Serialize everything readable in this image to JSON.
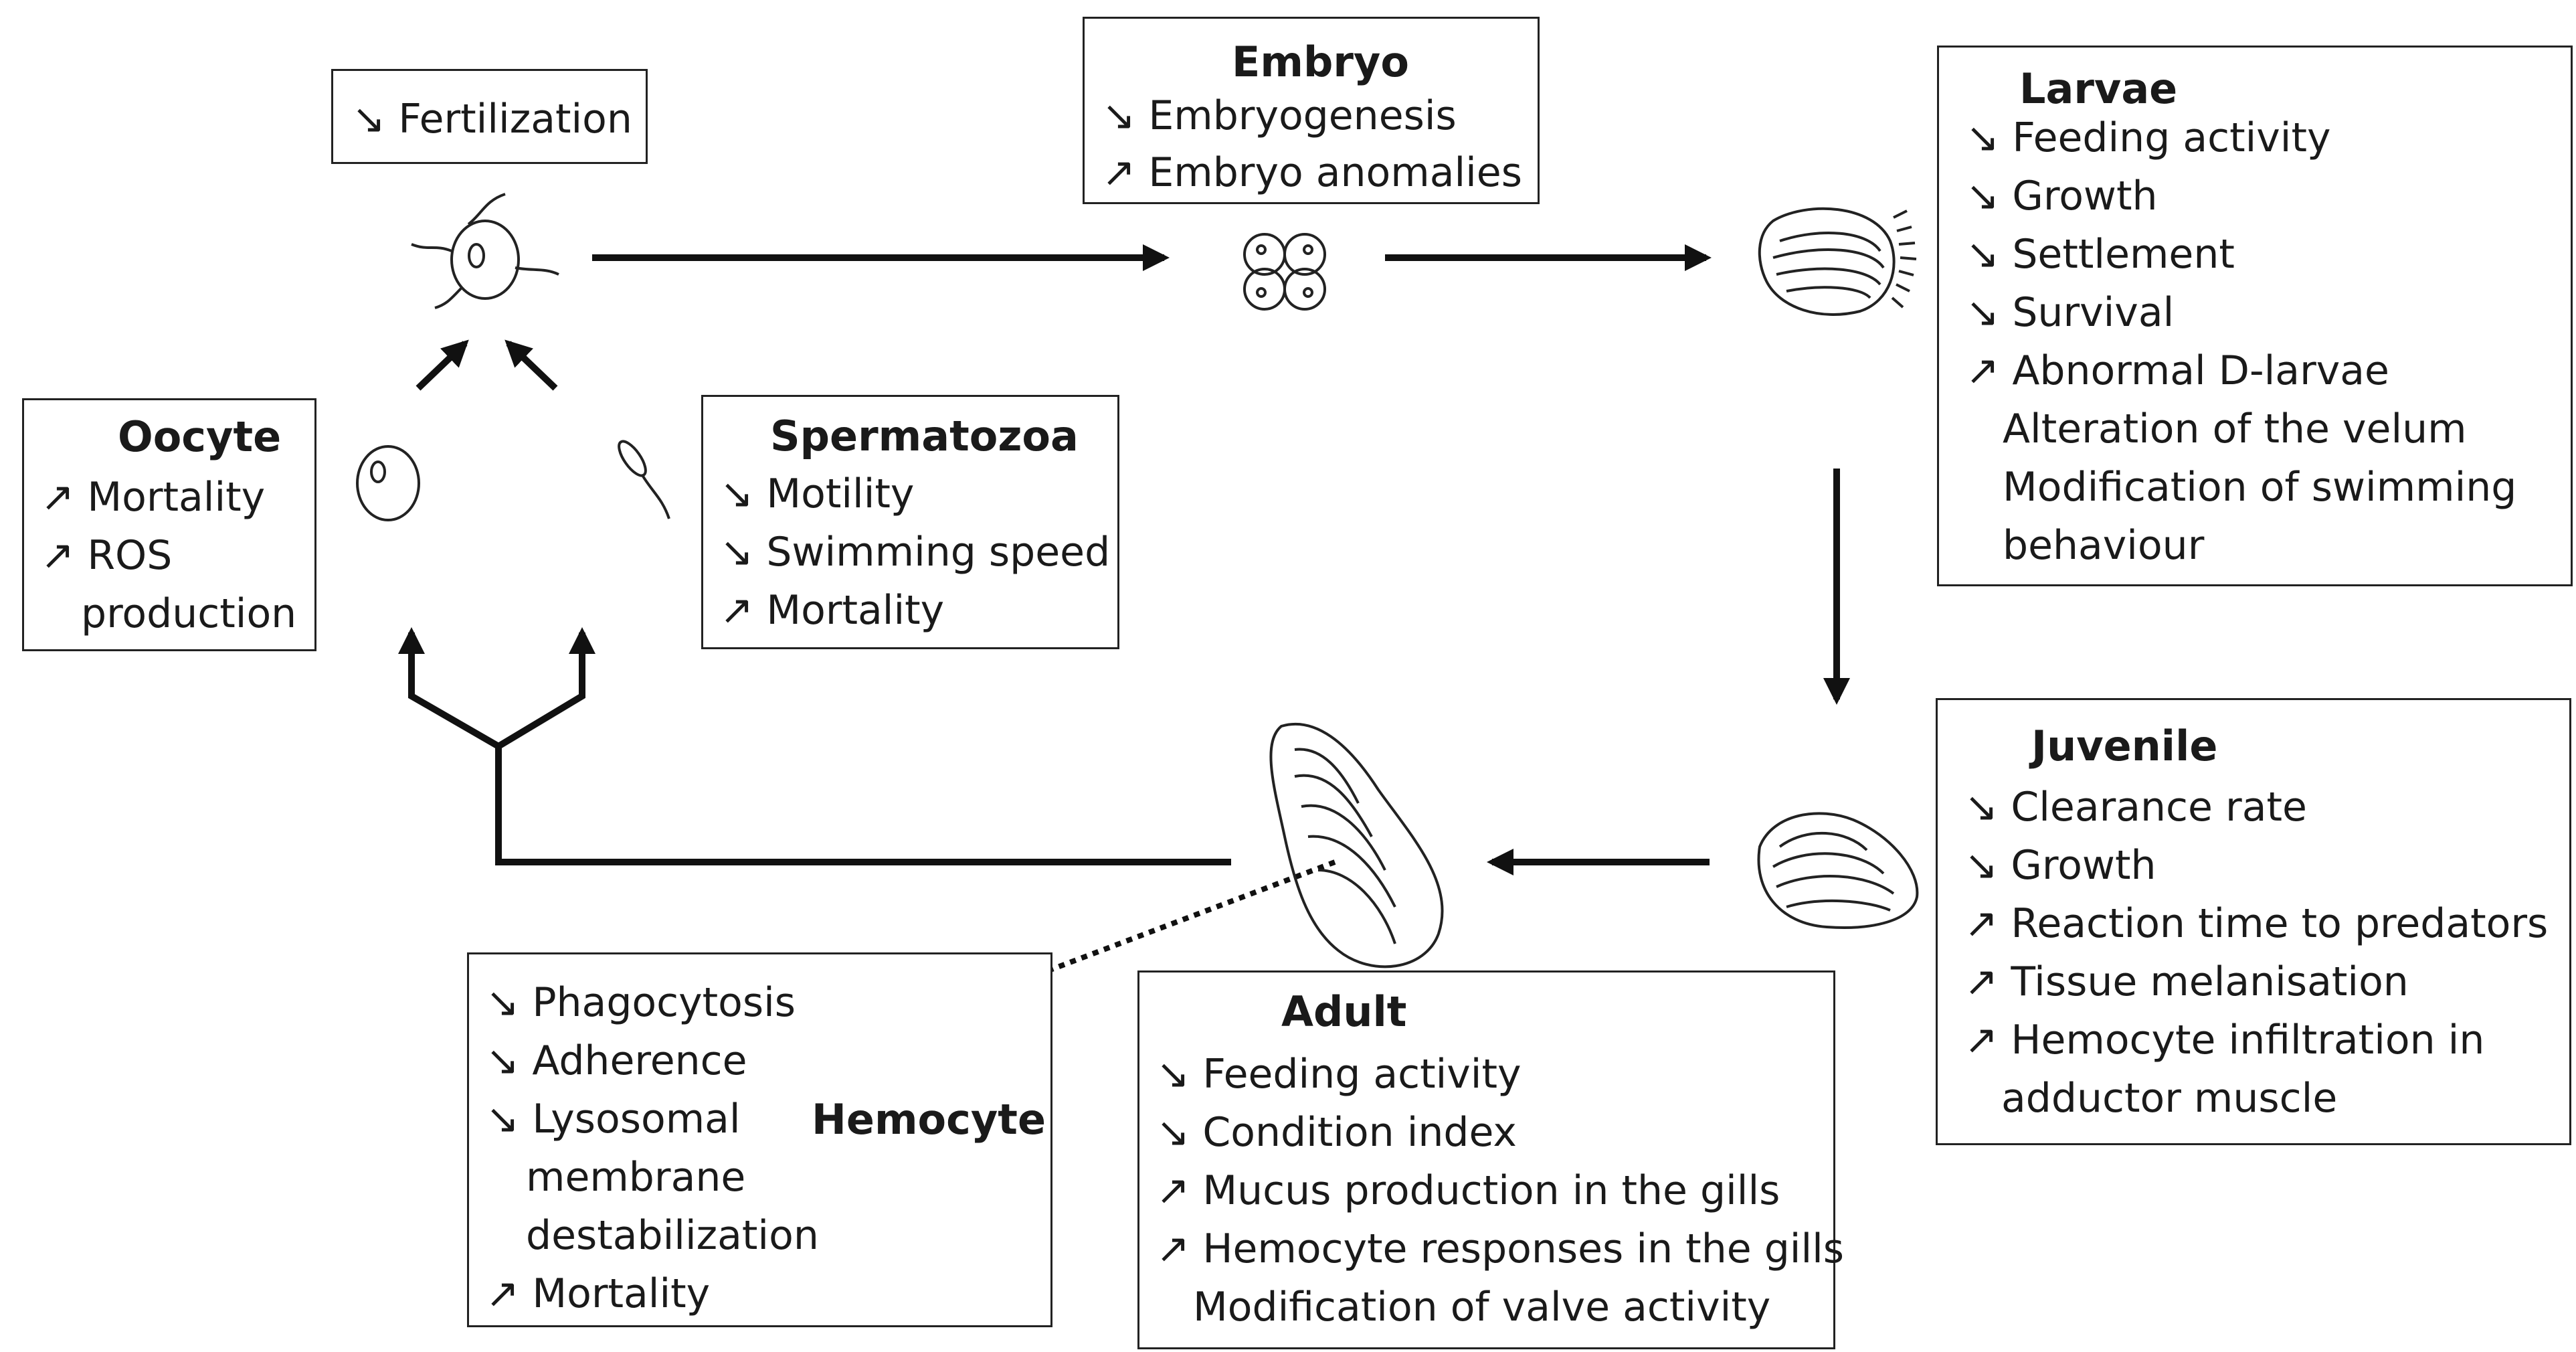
{
  "fertilization": {
    "text": "↘ Fertilization"
  },
  "embryo": {
    "title": "Embryo",
    "lines": [
      "↘ Embryogenesis",
      "↗ Embryo anomalies"
    ]
  },
  "larvae": {
    "title": "Larvae",
    "lines": [
      "↘ Feeding activity",
      "↘ Growth",
      "↘ Settlement",
      "↘ Survival",
      "↗ Abnormal D-larvae",
      "Alteration of the velum",
      "Modification of swimming",
      "behaviour"
    ]
  },
  "oocyte": {
    "title": "Oocyte",
    "lines": [
      "↗ Mortality",
      "↗ ROS",
      "production"
    ]
  },
  "spermatozoa": {
    "title": "Spermatozoa",
    "lines": [
      "↘ Motility",
      "↘ Swimming speed",
      "↗ Mortality"
    ]
  },
  "juvenile": {
    "title": "Juvenile",
    "lines": [
      "↘ Clearance rate",
      "↘ Growth",
      "↗ Reaction time to predators",
      "↗ Tissue melanisation",
      "↗ Hemocyte infiltration in",
      "adductor muscle"
    ]
  },
  "adult": {
    "title": "Adult",
    "lines": [
      "↘ Feeding activity",
      "↘ Condition index",
      "↗ Mucus production in the gills",
      "↗ Hemocyte responses in the gills",
      "Modification of valve activity"
    ]
  },
  "hemocyte": {
    "title": "Hemocyte",
    "lines": [
      "↘ Phagocytosis",
      "↘ Adherence",
      "↘ Lysosomal",
      "membrane",
      "destabilization",
      "↗ Mortality"
    ]
  }
}
